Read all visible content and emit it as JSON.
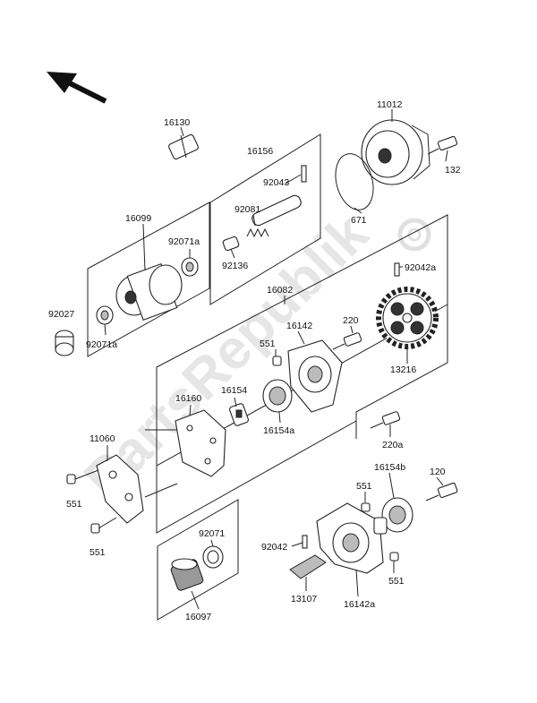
{
  "watermark": "PartsRepublik",
  "labels": {
    "p16130": "16130",
    "p16156": "16156",
    "p11012": "11012",
    "p132": "132",
    "p92043": "92043",
    "p92081": "92081",
    "p16099": "16099",
    "p92071a": "92071a",
    "p92136": "92136",
    "p671": "671",
    "p92042a": "92042a",
    "p16082": "16082",
    "p92027": "92027",
    "p92071a_2": "92071a",
    "p16142": "16142",
    "p220": "220",
    "p551": "551",
    "p13216": "13216",
    "p16160": "16160",
    "p16154": "16154",
    "p16154a": "16154a",
    "p11060": "11060",
    "p220a": "220a",
    "p16154b": "16154b",
    "p120": "120",
    "p551_b": "551",
    "p551_c": "551",
    "p551_d": "551",
    "p92071": "92071",
    "p92042": "92042",
    "p551_e": "551",
    "p13107": "13107",
    "p16142a": "16142a",
    "p16097": "16097"
  }
}
